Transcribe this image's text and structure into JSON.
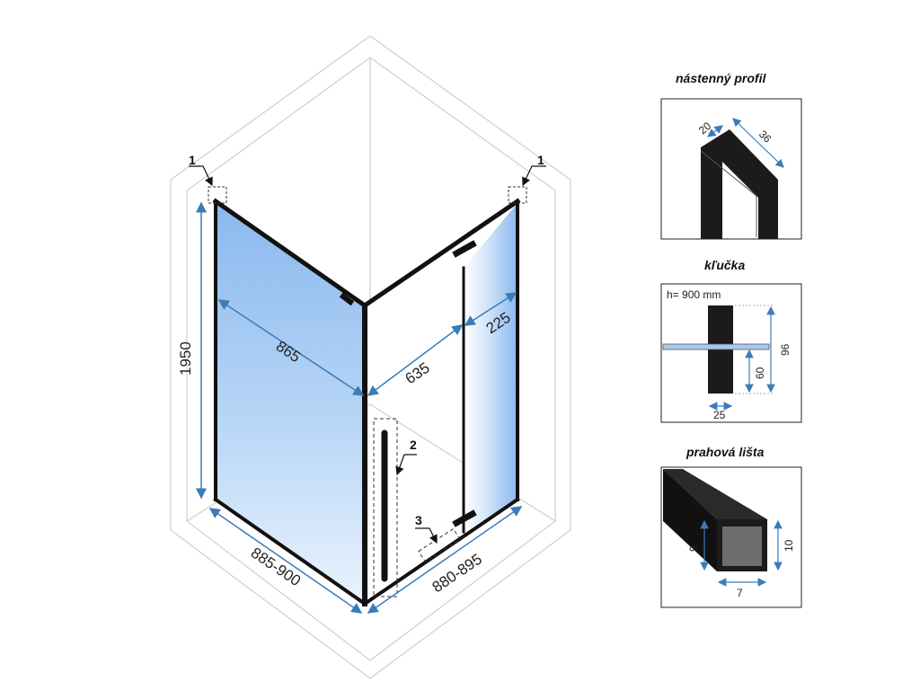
{
  "main_drawing": {
    "callouts": [
      "1",
      "1",
      "2",
      "3"
    ],
    "dimensions": {
      "height": "1950",
      "left_width": "865",
      "right_width": "635",
      "fixed_panel": "225",
      "left_range": "885-900",
      "right_range": "880-895"
    }
  },
  "details": {
    "wall_profile": {
      "title": "nástenný profil",
      "dims": [
        "20",
        "36"
      ]
    },
    "handle": {
      "title": "kľučka",
      "height_label": "h= 900 mm",
      "dims": [
        "96",
        "60",
        "25"
      ]
    },
    "threshold": {
      "title": "prahová lišta",
      "dims": [
        "9",
        "10",
        "7"
      ]
    }
  },
  "colors": {
    "frame": "#111111",
    "glass": "#9cc6f2",
    "dimension_line": "#3a7bb8",
    "outline": "#c8c8c8"
  }
}
